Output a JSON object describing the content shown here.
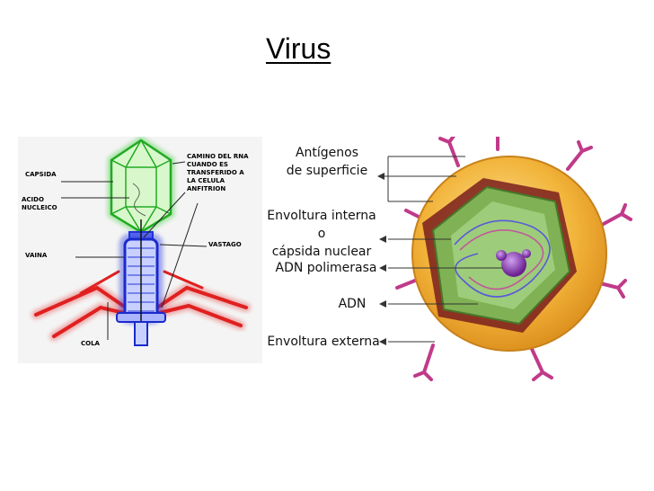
{
  "slide": {
    "title": "Virus"
  },
  "phage": {
    "labels": {
      "capsida": "CAPSIDA",
      "acido_nucleico": "ACIDO\nNUCLEICO",
      "vaina": "VAINA",
      "cola": "COLA",
      "camino_rna": "CAMINO DEL RNA\nCUANDO ES\nTRANSFERIDO A\nLA CELULA\nANFITRION",
      "vastago": "VASTAGO"
    },
    "colors": {
      "head": "#33cc33",
      "sheath": "#2233dd",
      "tail": "#e02020",
      "background": "#f4f4f4"
    }
  },
  "hbv": {
    "labels": {
      "antigenos": "Antígenos\nde superficie",
      "envoltura_interna": "Envoltura interna o\ncápsida nuclear",
      "adn_polimerasa": "ADN polimerasa",
      "adn": "ADN",
      "envoltura_externa": "Envoltura externa"
    },
    "colors": {
      "outer": "#f2b43a",
      "inner": "#7fbf5a",
      "spike": "#c03a8a",
      "polymerase": "#8a3aa8"
    }
  }
}
